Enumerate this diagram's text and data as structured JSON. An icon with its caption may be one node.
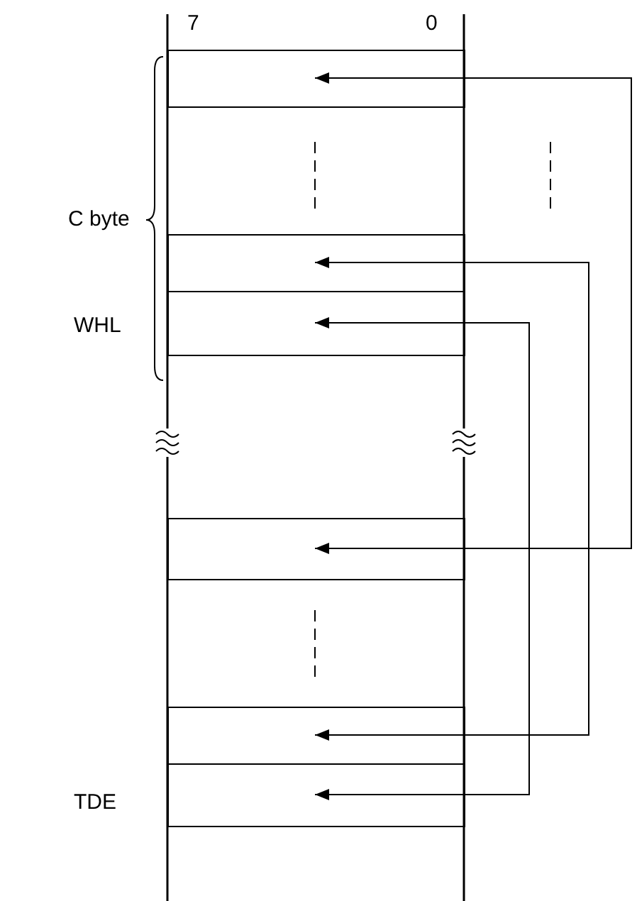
{
  "diagram": {
    "nodes": [
      {
        "text": [],
        "shape": "box"
      },
      {
        "text": [],
        "shape": "box"
      },
      {
        "text": [],
        "shape": "box"
      },
      {
        "text": [],
        "shape": "box"
      },
      {
        "text": [],
        "shape": "box"
      },
      {
        "text": [],
        "shape": "box"
      }
    ],
    "edges": [
      {
        "from": 0,
        "to": 3,
        "arrow": "both"
      },
      {
        "from": 1,
        "to": 4,
        "arrow": "both"
      },
      {
        "from": 2,
        "to": 5,
        "arrow": "both"
      }
    ],
    "labels": [
      "7",
      "0",
      "C byte",
      "WHL",
      "TDE"
    ]
  }
}
